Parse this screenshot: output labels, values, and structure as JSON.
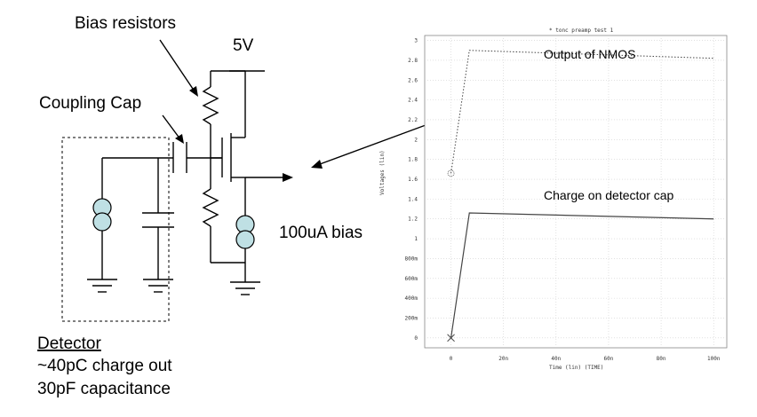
{
  "labels": {
    "bias_resistors": "Bias resistors",
    "supply": "5V",
    "coupling_cap": "Coupling Cap",
    "bias_current": "100uA bias",
    "detector_title": "Detector",
    "detector_charge": "~40pC charge out",
    "detector_cap": "30pF capacitance"
  },
  "plot": {
    "title": "* tonc preamp test 1",
    "ylabel": "Voltages (lin)",
    "xlabel": "Time (lin) (TIME)",
    "annotations": {
      "output": "Output of NMOS",
      "charge": "Charge on detector cap"
    },
    "y_ticks": [
      "3",
      "2.8",
      "2.6",
      "2.4",
      "2.2",
      "2",
      "1.8",
      "1.6",
      "1.4",
      "1.2",
      "1",
      "800m",
      "600m",
      "400m",
      "200m",
      "0"
    ],
    "x_ticks": [
      "0",
      "20n",
      "40n",
      "60n",
      "80n",
      "100n"
    ]
  },
  "chart_data": {
    "type": "line",
    "title": "* tonc preamp test 1",
    "xlabel": "Time (lin) (TIME)",
    "ylabel": "Voltages (lin)",
    "xlim": [
      -10,
      105
    ],
    "ylim": [
      -0.1,
      3.05
    ],
    "grid": true,
    "series": [
      {
        "name": "Output of NMOS",
        "style": "dotted",
        "x": [
          0,
          7,
          100
        ],
        "y": [
          1.66,
          2.9,
          2.82
        ]
      },
      {
        "name": "Charge on detector cap",
        "style": "solid",
        "x": [
          0,
          7,
          100
        ],
        "y": [
          0,
          1.26,
          1.2
        ]
      }
    ]
  }
}
